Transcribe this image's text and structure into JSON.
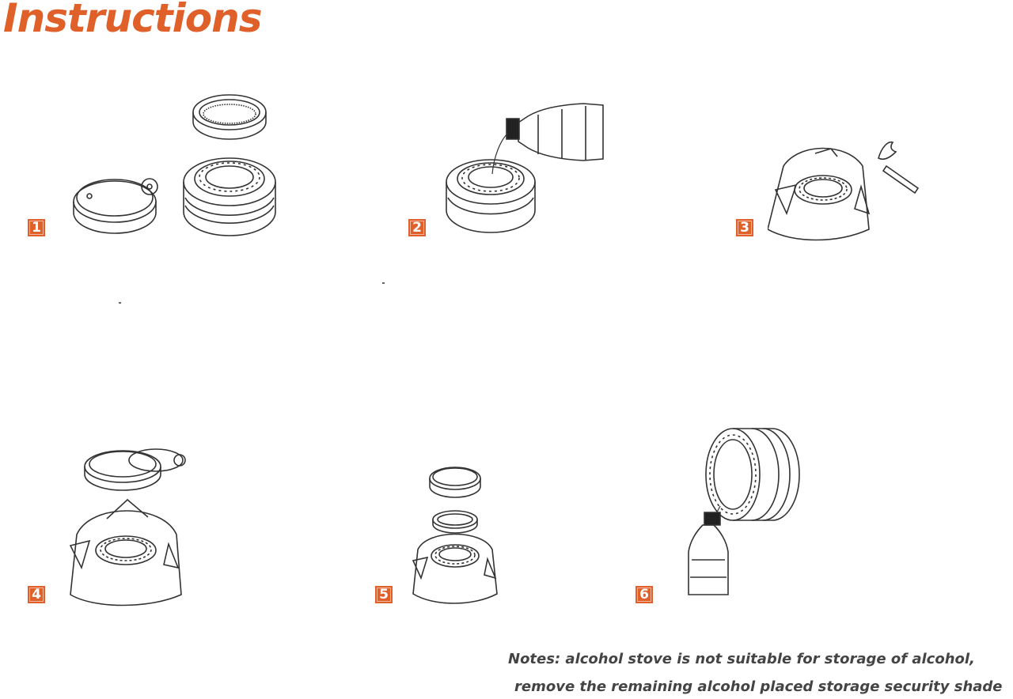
{
  "title": "Instructions",
  "steps": [
    {
      "number": "1"
    },
    {
      "number": "2"
    },
    {
      "number": "3"
    },
    {
      "number": "4"
    },
    {
      "number": "5"
    },
    {
      "number": "6"
    }
  ],
  "notes": {
    "line1": "Notes: alcohol stove is not suitable for storage of alcohol,",
    "line2": "remove the remaining alcohol placed storage security shade"
  },
  "colors": {
    "accent": "#e0602a",
    "line_art": "#333333",
    "note_text": "#444444"
  }
}
